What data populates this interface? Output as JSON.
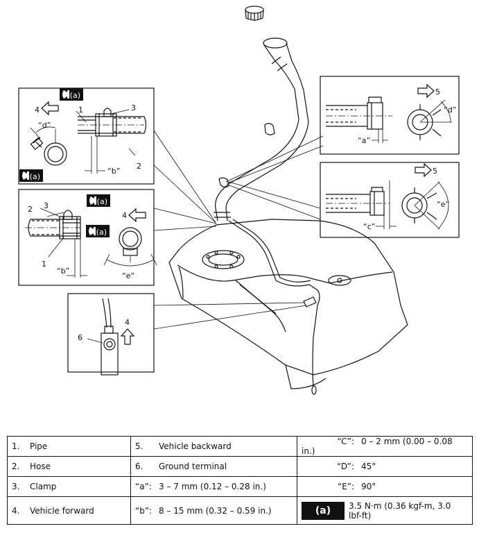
{
  "callouts": {
    "n1": "1",
    "n2": "2",
    "n3": "3",
    "n4": "4",
    "n5": "5",
    "n6": "6",
    "a": "“a”",
    "b": "“b”",
    "c": "“c”",
    "d": "“d”",
    "e": "“e”",
    "torque_mark": "(a)"
  },
  "legend": {
    "rows": [
      {
        "n1": "1.",
        "l1": "Pipe",
        "n2": "5.",
        "l2": "Vehicle backward",
        "k3": "“C”:",
        "v3": "0 – 2 mm (0.00 – 0.08 in.)"
      },
      {
        "n1": "2.",
        "l1": "Hose",
        "n2": "6.",
        "l2": "Ground terminal",
        "k3": "“D”:",
        "v3": "45°"
      },
      {
        "n1": "3.",
        "l1": "Clamp",
        "n2": "“a”:",
        "l2": "3 – 7 mm (0.12 – 0.28 in.)",
        "k3": "“E”:",
        "v3": "90°"
      },
      {
        "n1": "4.",
        "l1": "Vehicle forward",
        "n2": "“b”:",
        "l2": "8 – 15 mm (0.32 – 0.59 in.)",
        "k3": "",
        "v3": "3.5 N·m (0.36 kgf-m, 3.0 lbf-ft)"
      }
    ],
    "torque_badge": "(a)"
  }
}
